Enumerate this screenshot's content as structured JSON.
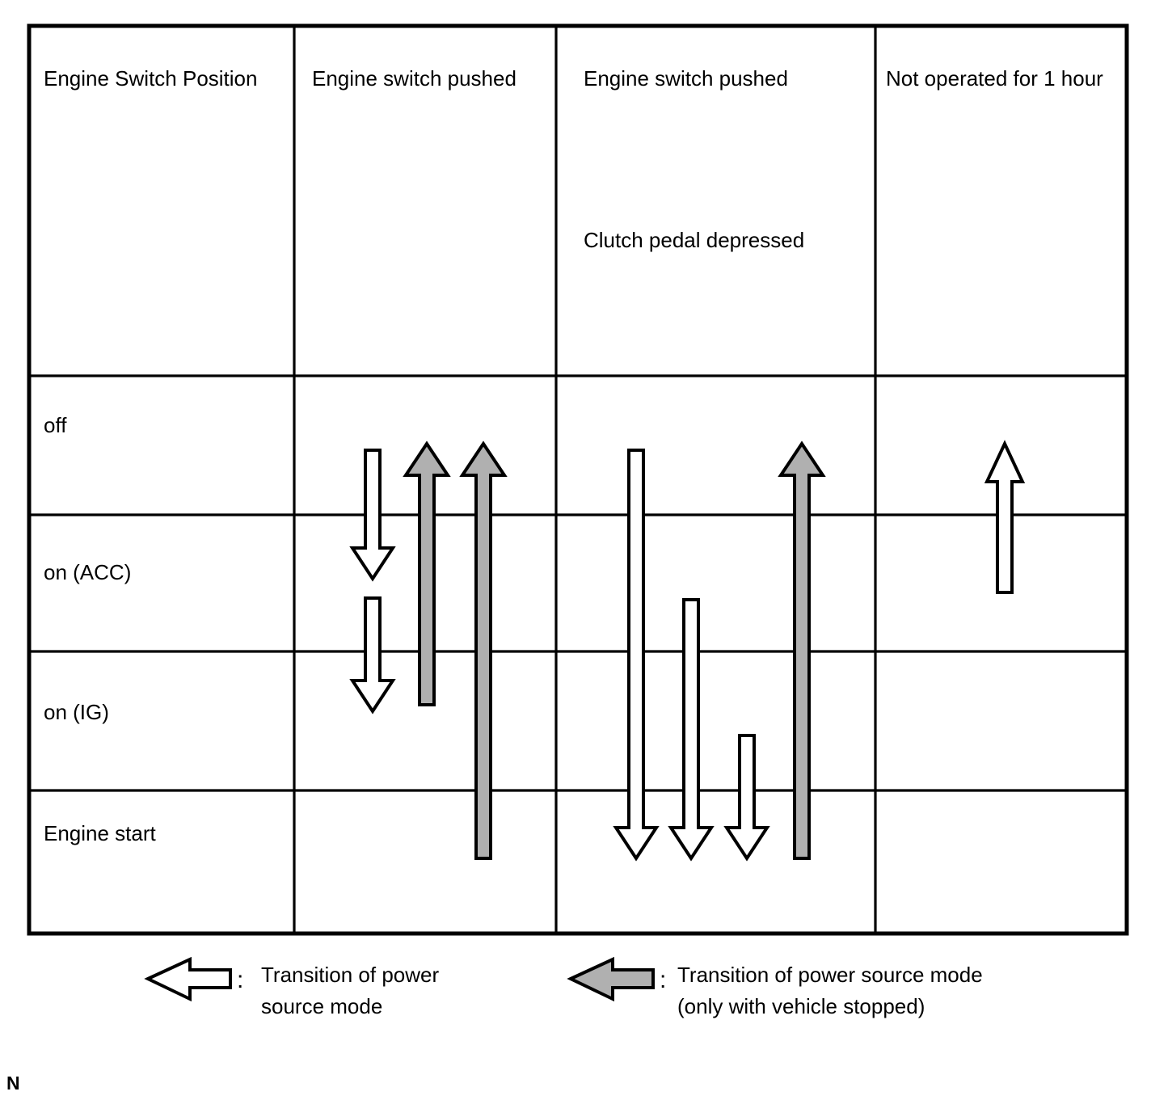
{
  "page": {
    "corner_mark": "N"
  },
  "table": {
    "columns": [
      {
        "header": "Engine Switch Position",
        "sub": ""
      },
      {
        "header": "Engine switch pushed",
        "sub": ""
      },
      {
        "header": "Engine switch pushed",
        "sub": "Clutch pedal depressed"
      },
      {
        "header": "Not operated for 1 hour",
        "sub": ""
      }
    ],
    "rows": [
      {
        "label": "off"
      },
      {
        "label": "on (ACC)"
      },
      {
        "label": "on (IG)"
      },
      {
        "label": "Engine start"
      }
    ]
  },
  "legend": {
    "items": [
      {
        "arrow_style": "white",
        "separator": ":",
        "line1": "Transition of power",
        "line2": "source mode"
      },
      {
        "arrow_style": "gray",
        "separator": ":",
        "line1": "Transition of power source mode",
        "line2": "(only with vehicle stopped)"
      }
    ]
  },
  "colors": {
    "line": "#000000",
    "arrow_fill_white": "#ffffff",
    "arrow_fill_gray": "#b0b0b0",
    "background": "#ffffff"
  },
  "chart_data": {
    "type": "diagram",
    "title": "Engine Switch Position power source mode transitions",
    "row_positions": [
      "off",
      "on (ACC)",
      "on (IG)",
      "Engine start"
    ],
    "columns": [
      "Engine Switch Position",
      "Engine switch pushed",
      "Engine switch pushed / Clutch pedal depressed",
      "Not operated for 1 hour"
    ],
    "transitions": [
      {
        "column": "Engine switch pushed",
        "from": "off",
        "to": "on (ACC)",
        "direction": "down",
        "style": "white"
      },
      {
        "column": "Engine switch pushed",
        "from": "on (ACC)",
        "to": "on (IG)",
        "direction": "down",
        "style": "white"
      },
      {
        "column": "Engine switch pushed",
        "from": "on (IG)",
        "to": "off",
        "direction": "up",
        "style": "gray"
      },
      {
        "column": "Engine switch pushed",
        "from": "Engine start",
        "to": "off",
        "direction": "up",
        "style": "gray"
      },
      {
        "column": "Engine switch pushed / Clutch pedal depressed",
        "from": "off",
        "to": "Engine start",
        "direction": "down",
        "style": "white"
      },
      {
        "column": "Engine switch pushed / Clutch pedal depressed",
        "from": "on (ACC)",
        "to": "Engine start",
        "direction": "down",
        "style": "white"
      },
      {
        "column": "Engine switch pushed / Clutch pedal depressed",
        "from": "on (IG)",
        "to": "Engine start",
        "direction": "down",
        "style": "white"
      },
      {
        "column": "Engine switch pushed / Clutch pedal depressed",
        "from": "Engine start",
        "to": "off",
        "direction": "up",
        "style": "gray"
      },
      {
        "column": "Not operated for 1 hour",
        "from": "on (ACC)",
        "to": "off",
        "direction": "up",
        "style": "white"
      }
    ]
  }
}
